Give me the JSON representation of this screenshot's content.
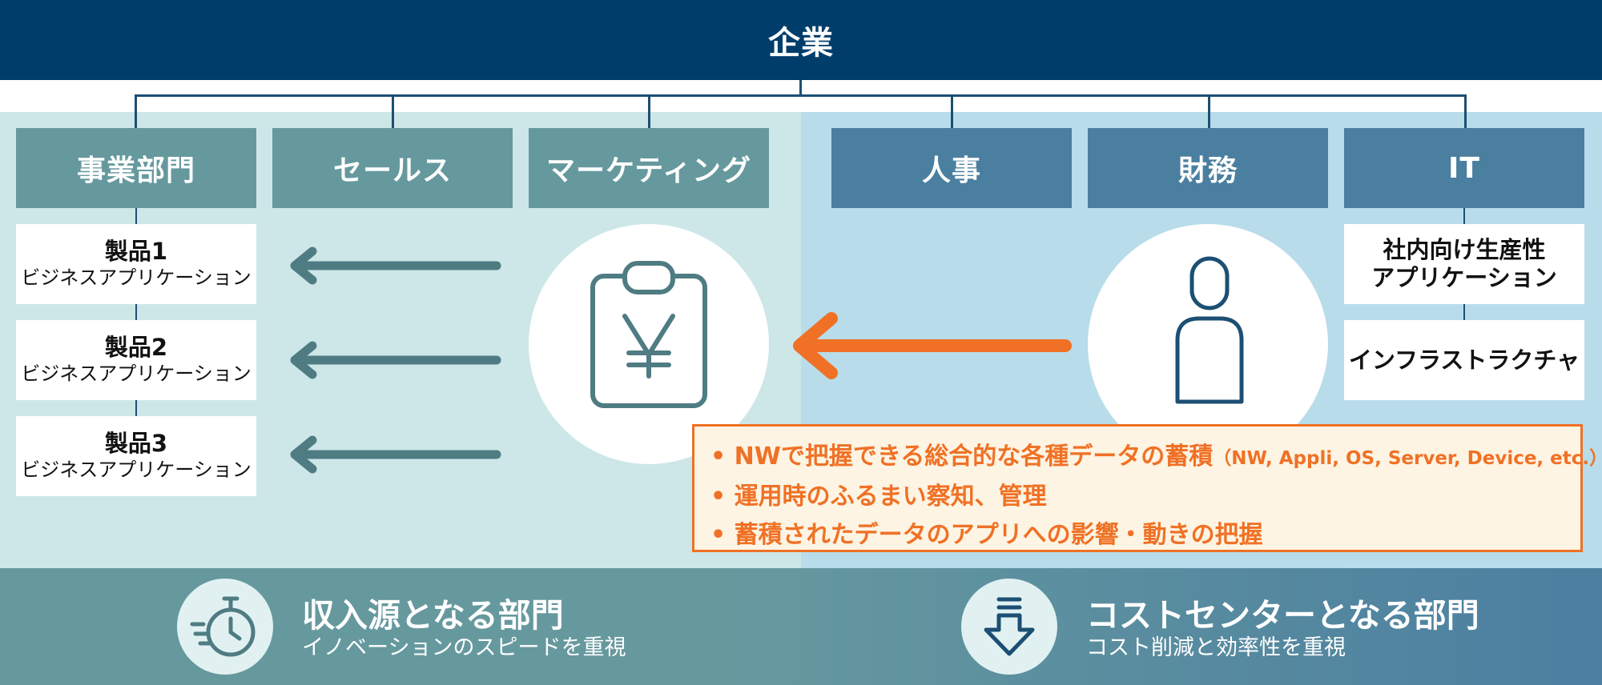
{
  "header": {
    "title": "企業"
  },
  "departments": [
    {
      "label": "事業部門"
    },
    {
      "label": "セールス"
    },
    {
      "label": "マーケティング"
    },
    {
      "label": "人事"
    },
    {
      "label": "財務"
    },
    {
      "label": "IT"
    }
  ],
  "products": [
    {
      "title": "製品1",
      "subtitle": "ビジネスアプリケーション"
    },
    {
      "title": "製品2",
      "subtitle": "ビジネスアプリケーション"
    },
    {
      "title": "製品3",
      "subtitle": "ビジネスアプリケーション"
    }
  ],
  "it_items": [
    {
      "line1": "社内向け生産性",
      "line2": "アプリケーション"
    },
    {
      "line1": "インフラストラクチャ"
    }
  ],
  "notes": [
    {
      "text": "NWで把握できる総合的な各種データの蓄積",
      "small": "（NW, Appli, OS, Server, Device, etc.）"
    },
    {
      "text": "運用時のふるまい察知、管理"
    },
    {
      "text": "蓄積されたデータのアプリへの影響・動きの把握"
    }
  ],
  "footer": {
    "left": {
      "title": "収入源となる部門",
      "subtitle": "イノベーションのスピードを重視"
    },
    "right": {
      "title": "コストセンターとなる部門",
      "subtitle": "コスト削減と効率性を重視"
    }
  },
  "colors": {
    "navy": "#003d6b",
    "teal": "#66999e",
    "steel_blue": "#4b7fa0",
    "light_teal_bg": "#cde7e8",
    "light_blue_bg": "#b8dcea",
    "orange": "#f07125",
    "arrow_gray": "#4f7c83"
  },
  "icons": [
    "yen-clipboard-icon",
    "person-icon",
    "stopwatch-icon",
    "download-icon"
  ]
}
